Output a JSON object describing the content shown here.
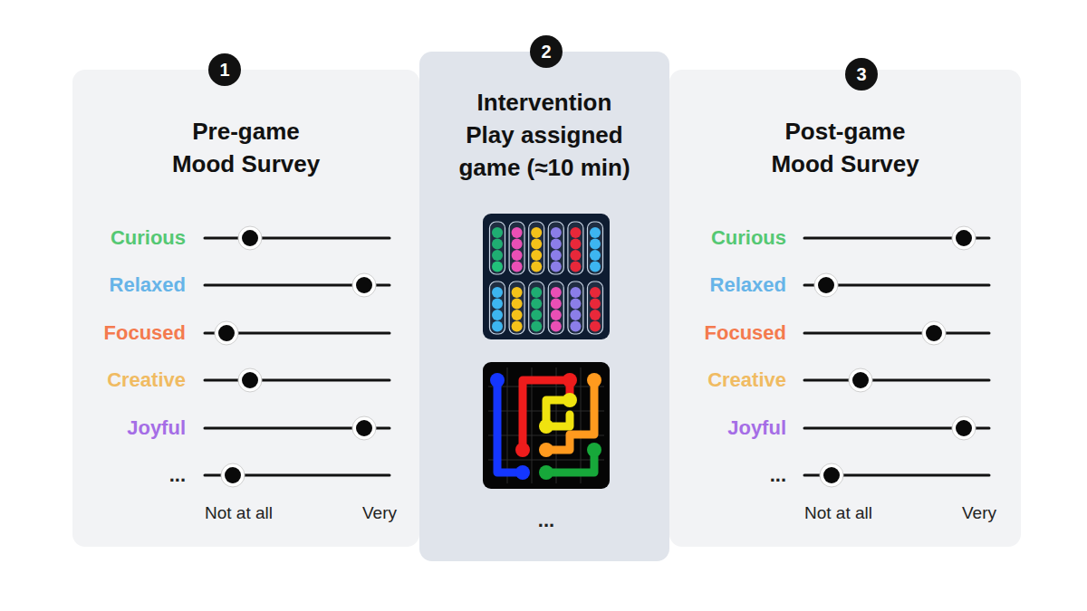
{
  "diagram": {
    "nodes": [
      {
        "text": [
          "Pre-game Mood Survey"
        ]
      },
      {
        "text": [
          "1"
        ],
        "in": 0
      },
      {
        "text": [
          "Intervention Play assigned game (≈10 min)"
        ]
      },
      {
        "text": [
          "2"
        ],
        "in": 2
      },
      {
        "text": [
          "Post-game Mood Survey"
        ]
      },
      {
        "text": [
          "3"
        ],
        "in": 4
      }
    ],
    "labels": [
      "Curious",
      "Relaxed",
      "Focused",
      "Creative",
      "Joyful",
      "...",
      "Not at all",
      "Very",
      "...",
      "Curious",
      "Relaxed",
      "Focused",
      "Creative",
      "Joyful",
      "...",
      "Not at all",
      "Very"
    ]
  }
}
